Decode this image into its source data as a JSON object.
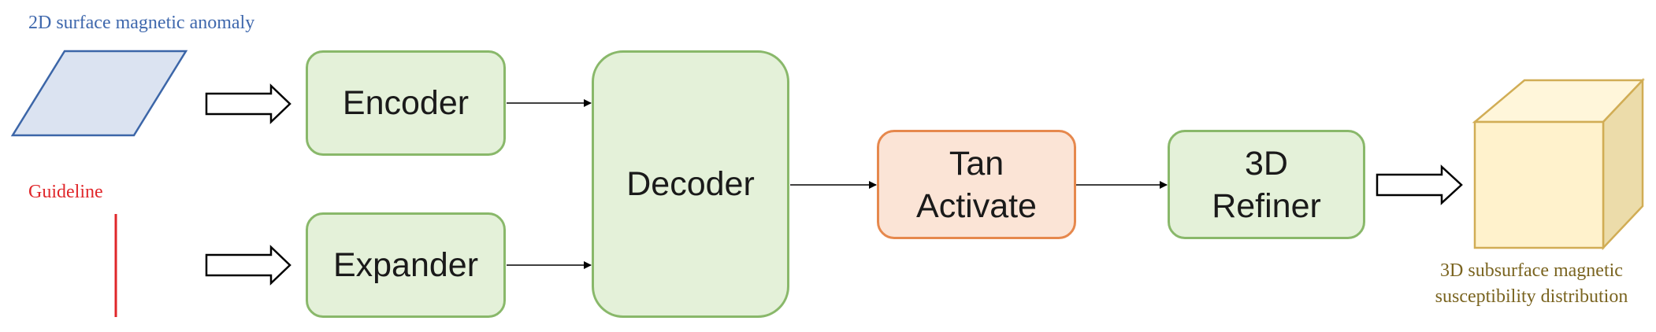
{
  "labels": {
    "input": "2D surface magnetic anomaly",
    "guideline": "Guideline",
    "output_line1": "3D subsurface magnetic",
    "output_line2": "susceptibility distribution"
  },
  "nodes": {
    "encoder": "Encoder",
    "expander": "Expander",
    "decoder": "Decoder",
    "tan_activate_line1": "Tan",
    "tan_activate_line2": "Activate",
    "refiner_line1": "3D",
    "refiner_line2": "Refiner"
  },
  "colors": {
    "input_label": "#3f68ad",
    "guideline": "#e0262a",
    "output_label": "#7a6420",
    "green_fill": "#e4f1d9",
    "green_border": "#89b86a",
    "orange_fill": "#fbe4d6",
    "orange_border": "#e6884d",
    "parallelogram_fill": "#dbe3f1",
    "parallelogram_border": "#3c66a8",
    "cube_front": "#fff2cc",
    "cube_border": "#d1ad55"
  },
  "icons": {
    "input_shape": "parallelogram",
    "output_shape": "cube",
    "flow": "hollow-block-arrow"
  }
}
